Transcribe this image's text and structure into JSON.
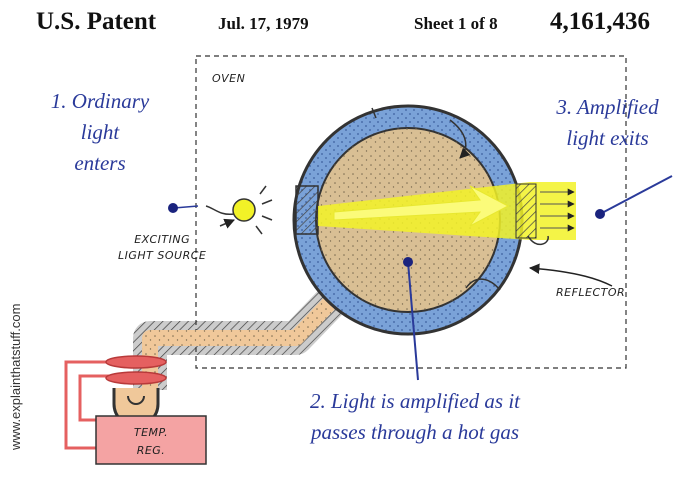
{
  "header": {
    "title": "U.S. Patent",
    "date": "Jul. 17, 1979",
    "sheet": "Sheet 1 of 8",
    "patent_number": "4,161,436"
  },
  "captions": {
    "step1": [
      "1. Ordinary",
      "light",
      "enters"
    ],
    "step2": [
      "2. Light is amplified as it",
      "passes through a hot gas"
    ],
    "step3": [
      "3. Amplified",
      "light exits"
    ]
  },
  "labels": {
    "oven": "OVEN",
    "source": [
      "EXCITING",
      "LIGHT SOURCE"
    ],
    "reflector": "REFLECTOR",
    "temp": [
      "TEMP.",
      "REG."
    ]
  },
  "credit": "www.explainthatstuff.com",
  "colors": {
    "caption": "#2a3a9a",
    "shell": "#7aa2d8",
    "gas": "#d9bf94",
    "beam": "#f2f227",
    "pipe": "#f0c89a",
    "regulator": "#f4a3a3",
    "wire": "#e56060"
  }
}
